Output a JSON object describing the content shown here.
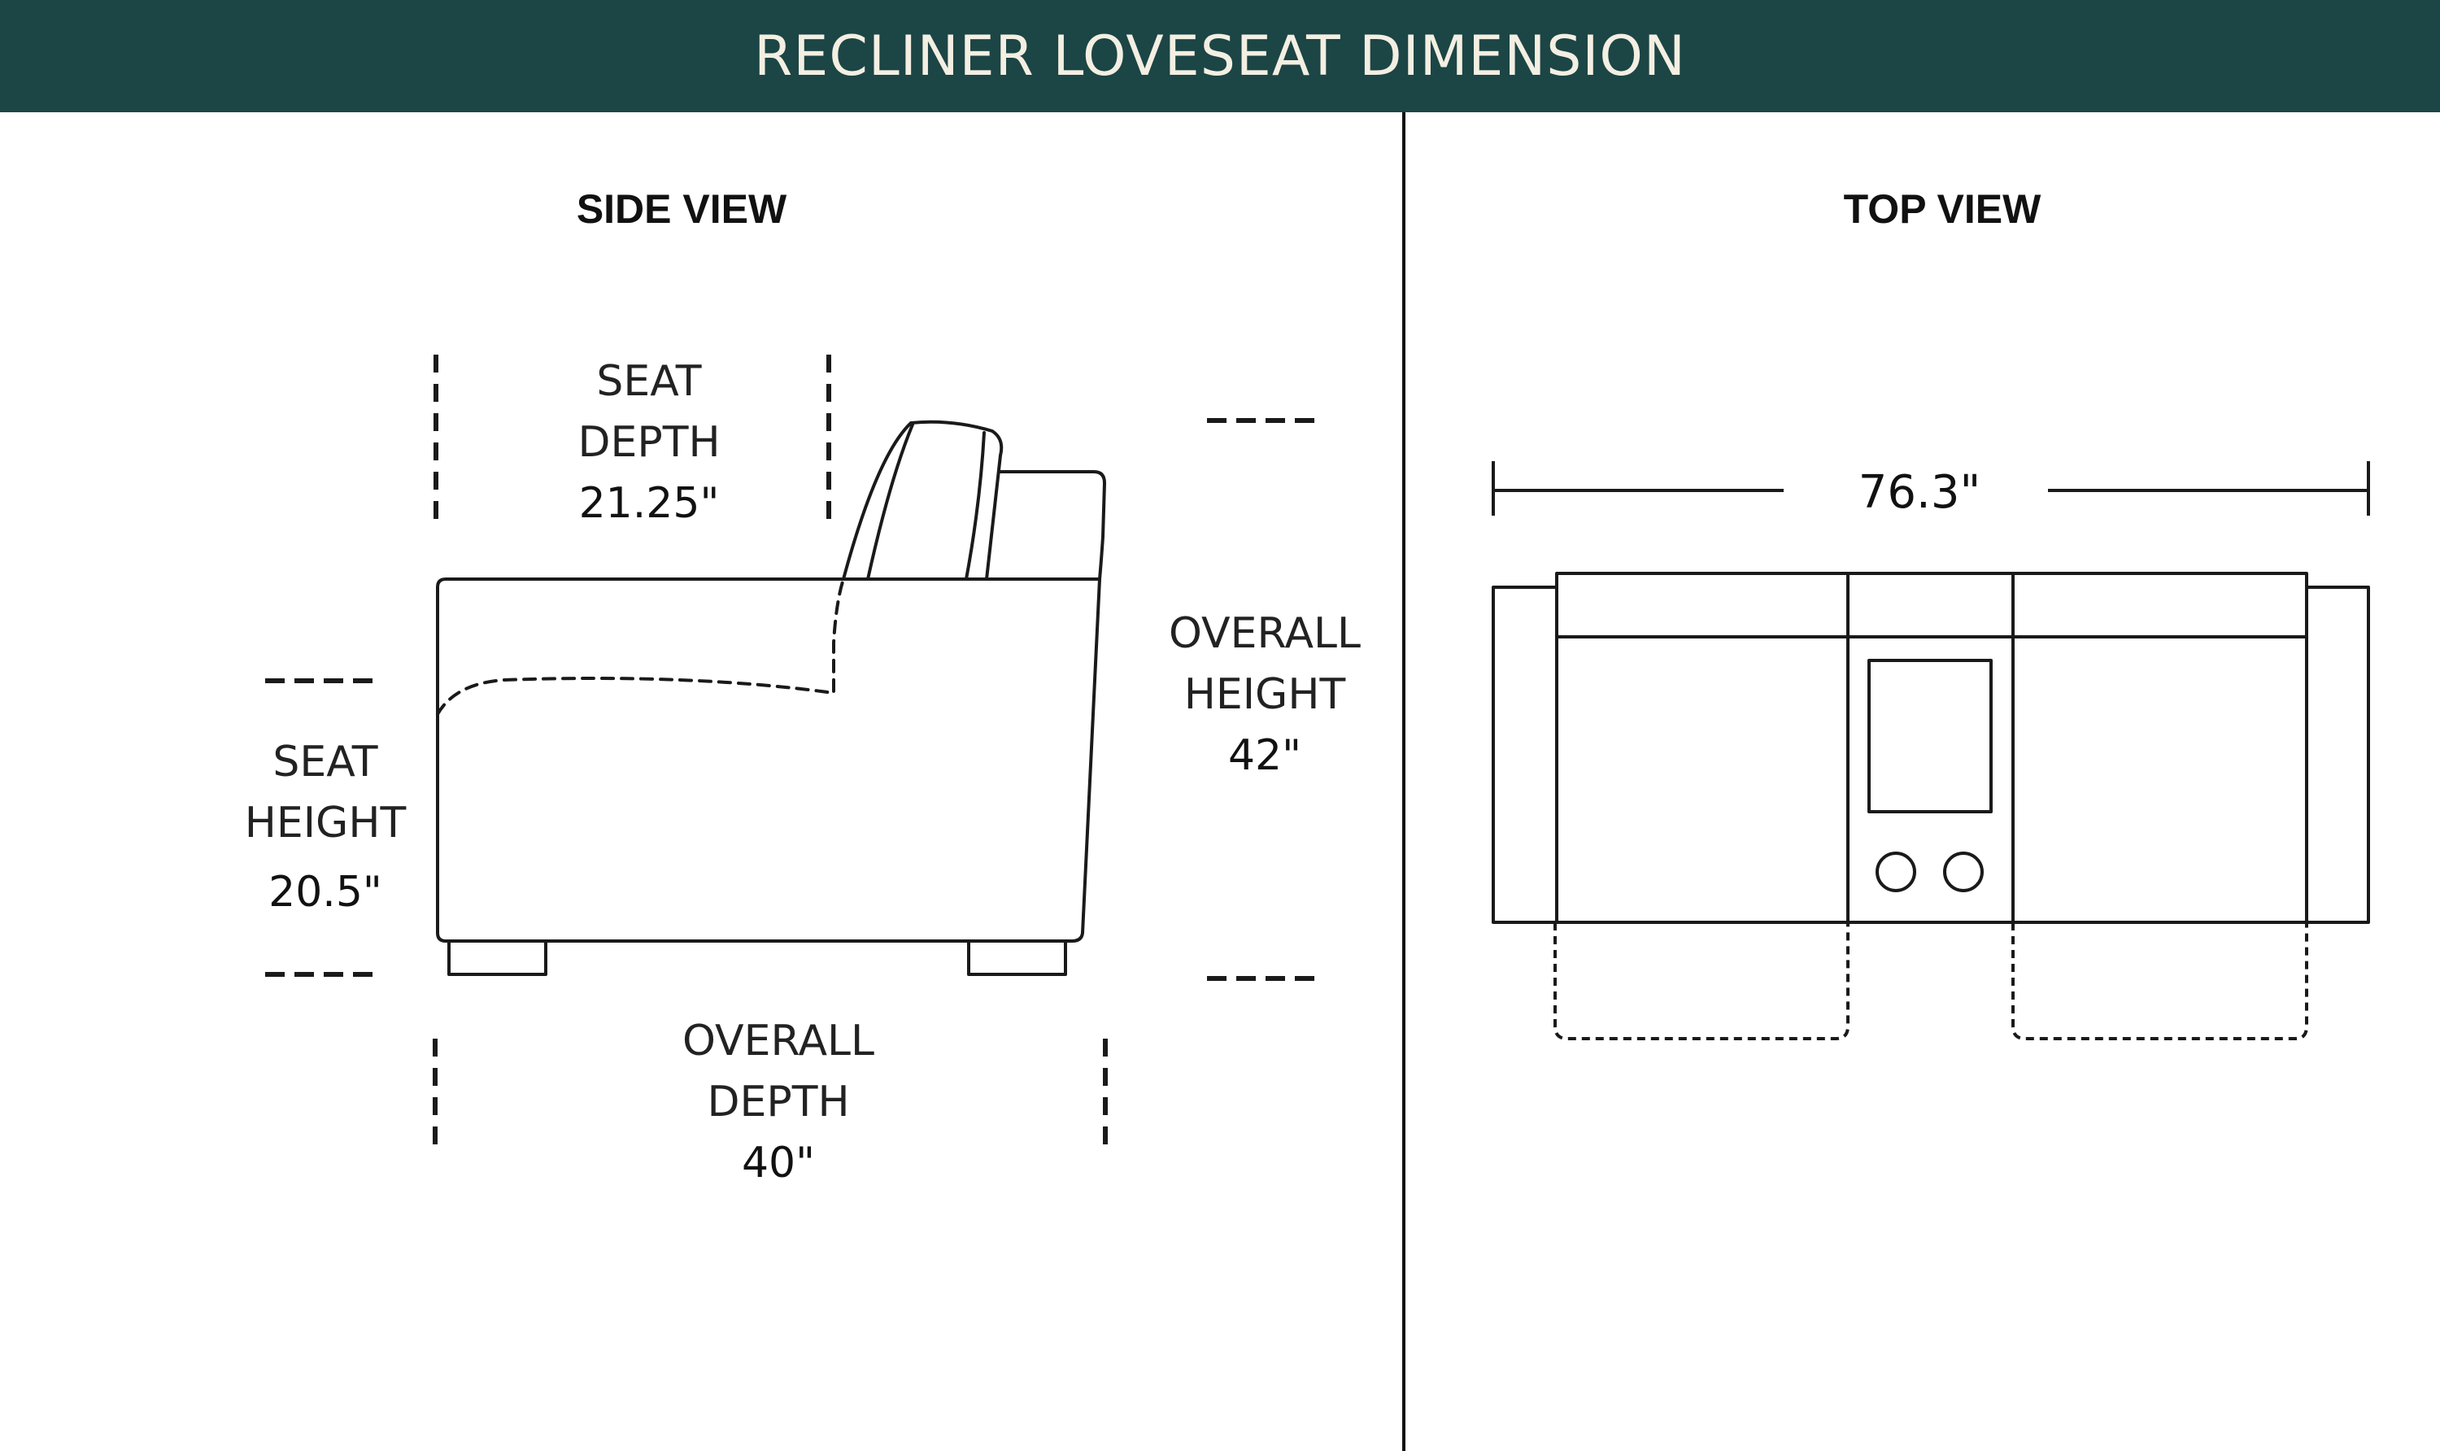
{
  "header": {
    "title": "RECLINER LOVESEAT DIMENSION",
    "background": "#1c4545",
    "text_color": "#f3efe2"
  },
  "side_view": {
    "title": "SIDE VIEW",
    "seat_depth": {
      "line1": "SEAT",
      "line2": "DEPTH",
      "value": "21.25\""
    },
    "seat_height": {
      "line1": "SEAT",
      "line2": "HEIGHT",
      "value": "20.5\""
    },
    "overall_height": {
      "line1": "OVERALL",
      "line2": "HEIGHT",
      "value": "42\""
    },
    "overall_depth": {
      "line1": "OVERALL",
      "line2": "DEPTH",
      "value": "40\""
    }
  },
  "top_view": {
    "title": "TOP VIEW",
    "width": {
      "value": "76.3\""
    }
  }
}
